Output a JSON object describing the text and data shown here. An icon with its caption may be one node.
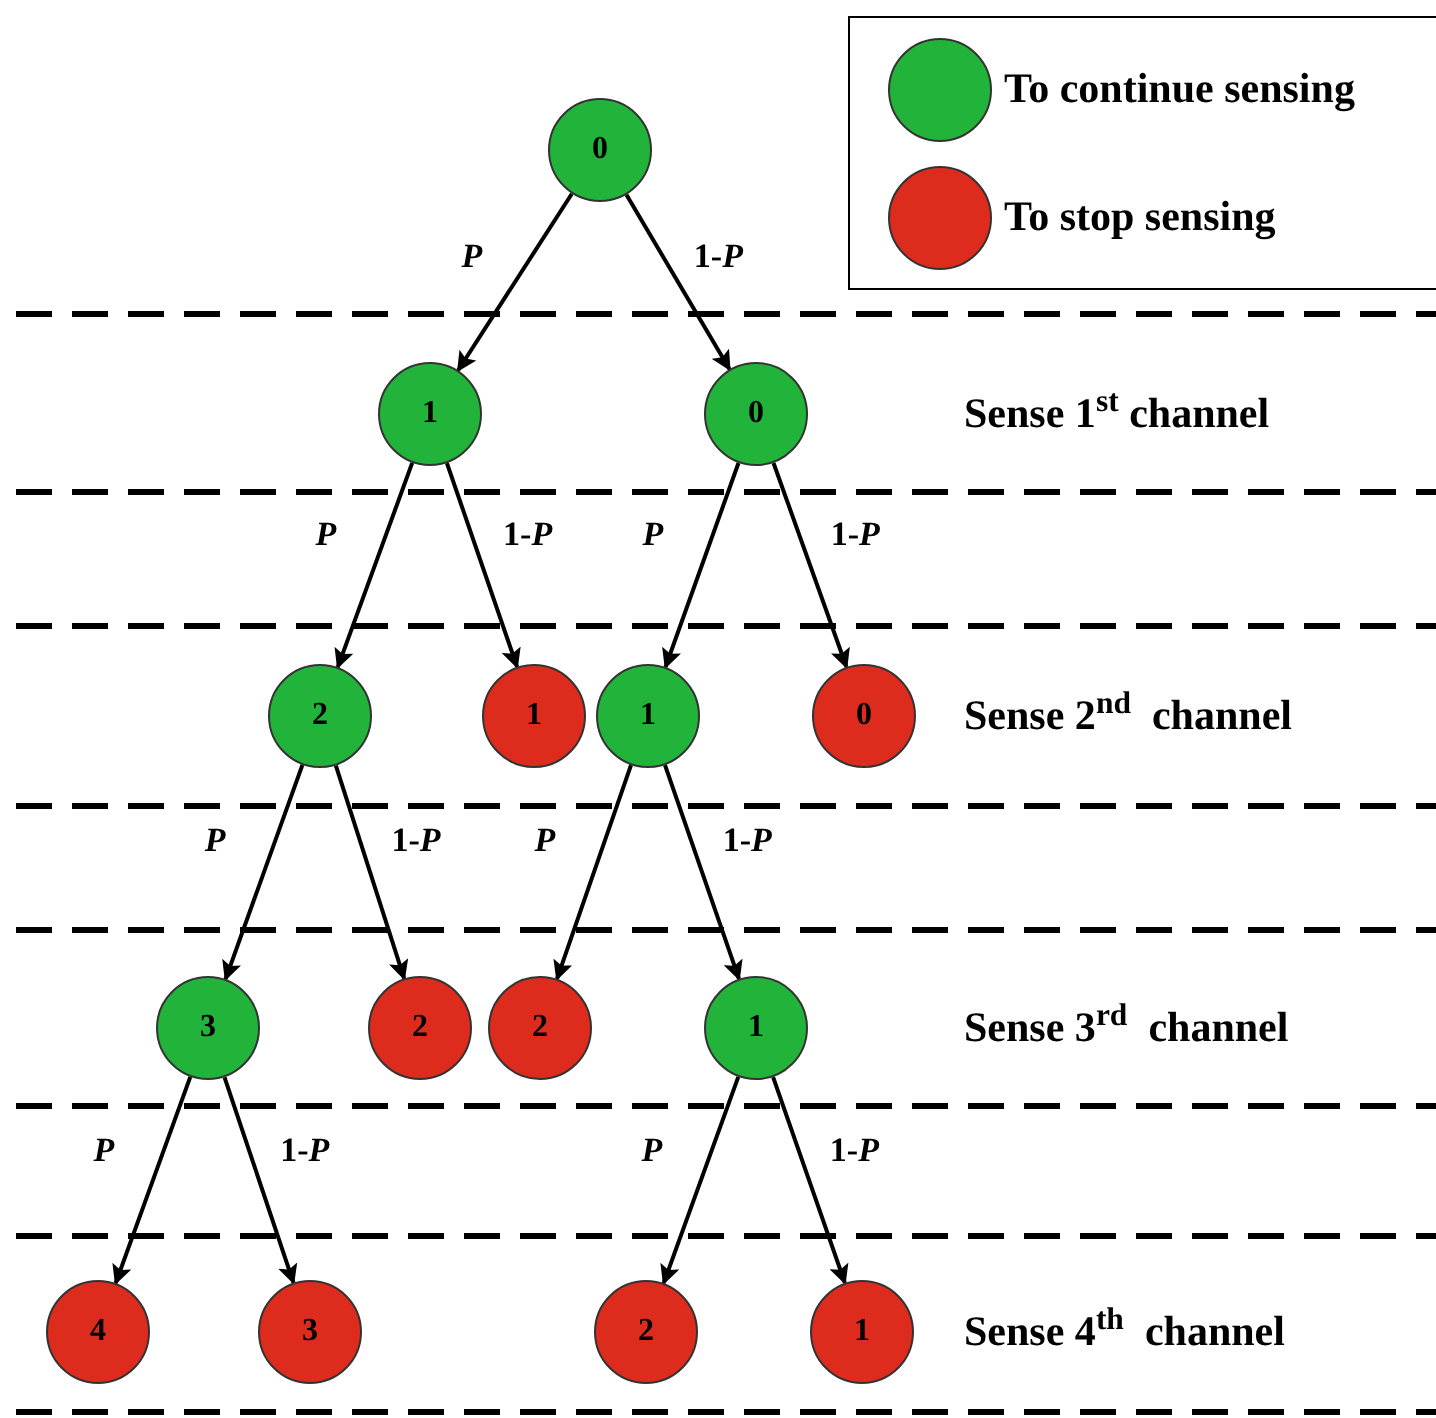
{
  "diagram": {
    "nodes": [
      {
        "text": [
          "0"
        ]
      },
      {
        "text": [
          "1"
        ]
      },
      {
        "text": [
          "0"
        ]
      },
      {
        "text": [
          "2"
        ]
      },
      {
        "text": [
          "1"
        ]
      },
      {
        "text": [
          "1"
        ]
      },
      {
        "text": [
          "0"
        ]
      },
      {
        "text": [
          "3"
        ]
      },
      {
        "text": [
          "2"
        ]
      },
      {
        "text": [
          "2"
        ]
      },
      {
        "text": [
          "1"
        ]
      },
      {
        "text": [
          "4"
        ]
      },
      {
        "text": [
          "3"
        ]
      },
      {
        "text": [
          "2"
        ]
      },
      {
        "text": [
          "1"
        ]
      }
    ],
    "edges": [
      {
        "from": 0,
        "to": 1,
        "arrow": "to",
        "label": "*P*"
      },
      {
        "from": 0,
        "to": 2,
        "arrow": "to",
        "label": "1-*P*"
      },
      {
        "from": 1,
        "to": 3,
        "arrow": "to",
        "label": "*P*"
      },
      {
        "from": 1,
        "to": 4,
        "arrow": "to",
        "label": "1-*P*"
      },
      {
        "from": 2,
        "to": 5,
        "arrow": "to",
        "label": "*P*"
      },
      {
        "from": 2,
        "to": 6,
        "arrow": "to",
        "label": "1-*P*"
      },
      {
        "from": 3,
        "to": 7,
        "arrow": "to",
        "label": "*P*"
      },
      {
        "from": 3,
        "to": 8,
        "arrow": "to",
        "label": "1-*P*"
      },
      {
        "from": 5,
        "to": 9,
        "arrow": "to",
        "label": "*P*"
      },
      {
        "from": 5,
        "to": 10,
        "arrow": "to",
        "label": "1-*P*"
      },
      {
        "from": 7,
        "to": 11,
        "arrow": "to",
        "label": "*P*"
      },
      {
        "from": 7,
        "to": 12,
        "arrow": "to",
        "label": "1-*P*"
      },
      {
        "from": 10,
        "to": 13,
        "arrow": "to",
        "label": "*P*"
      },
      {
        "from": 10,
        "to": 14,
        "arrow": "to",
        "label": "1-*P*"
      }
    ],
    "labels": [
      "Sense 1$^{st}$ channel",
      "Sense 2$^{nd}$  channel",
      "Sense 3$^{rd}$  channel",
      "Sense 4$^{th}$  channel"
    ],
    "legend": [
      {
        "text": "To continue sensing",
        "color": "#22b33a"
      },
      {
        "text": "To stop sensing",
        "color": "#dd2c1e"
      }
    ]
  }
}
